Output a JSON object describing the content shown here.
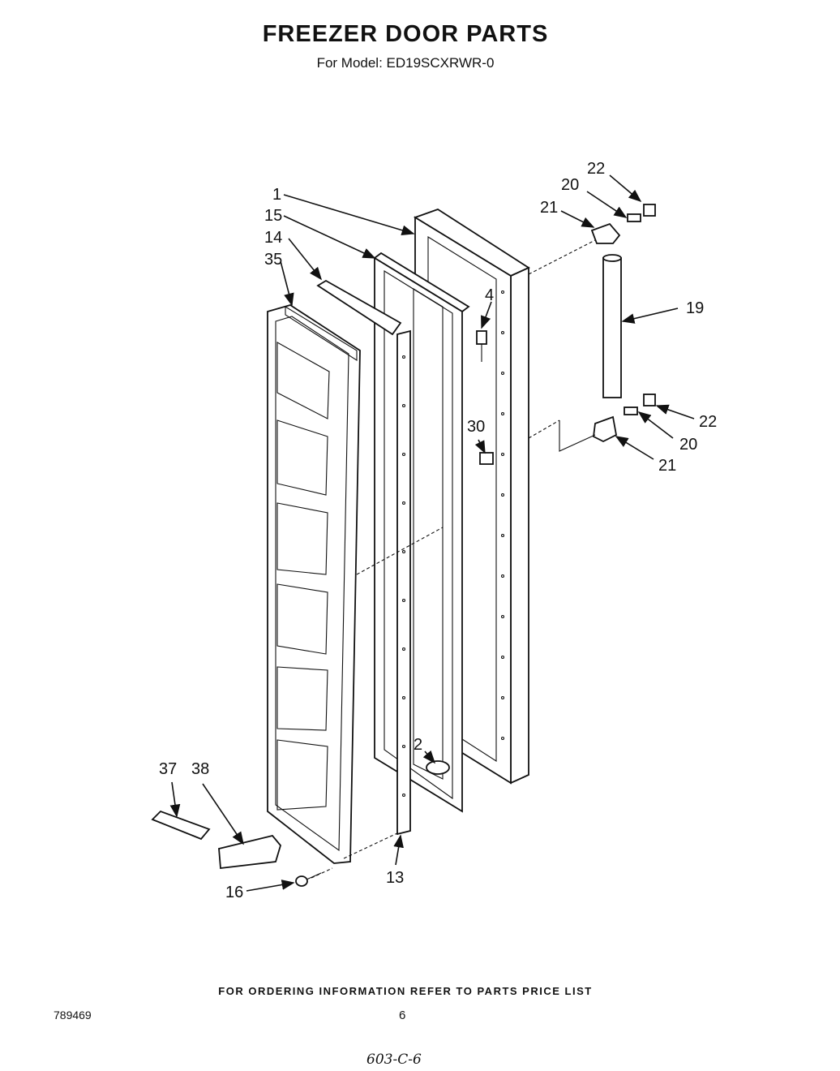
{
  "header": {
    "title": "FREEZER DOOR PARTS",
    "subtitle": "For Model: ED19SCXRWR-0"
  },
  "callouts": {
    "c1": "1",
    "c15": "15",
    "c14": "14",
    "c35": "35",
    "c4": "4",
    "c30": "30",
    "c2": "2",
    "c22a": "22",
    "c20a": "20",
    "c21a": "21",
    "c19": "19",
    "c22b": "22",
    "c20b": "20",
    "c21b": "21",
    "c37": "37",
    "c38": "38",
    "c16": "16",
    "c13": "13"
  },
  "footer": {
    "note": "FOR ORDERING INFORMATION REFER TO PARTS PRICE LIST",
    "doc_number": "789469",
    "page_number": "6",
    "handwritten": "603-C-6"
  }
}
